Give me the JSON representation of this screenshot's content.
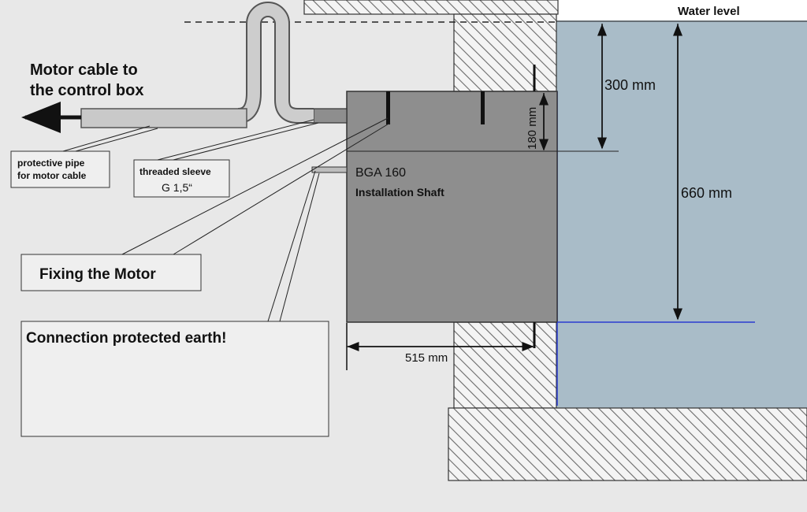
{
  "labels": {
    "water_level": "Water level",
    "motor_cable_line1": "Motor cable to",
    "motor_cable_line2": "the control box",
    "protective_pipe_line1": "protective pipe",
    "protective_pipe_line2": "for motor cable",
    "threaded_sleeve_line1": "threaded sleeve",
    "threaded_sleeve_line2": "G 1,5“",
    "model": "BGA 160",
    "installation_shaft": "Installation Shaft",
    "fixing_motor": "Fixing the Motor",
    "earth_connection": "Connection protected earth!"
  },
  "dimensions": {
    "depth_300": "300 mm",
    "depth_660": "660 mm",
    "height_180": "180 mm",
    "width_515": "515 mm"
  },
  "colors": {
    "background": "#e9e9e9",
    "water": "#a9bcc8",
    "shaft": "#8e8e8e",
    "pipe": "#c9c9c9",
    "wall_hatch": "#555555",
    "water_edge": "#2b3bd0"
  }
}
